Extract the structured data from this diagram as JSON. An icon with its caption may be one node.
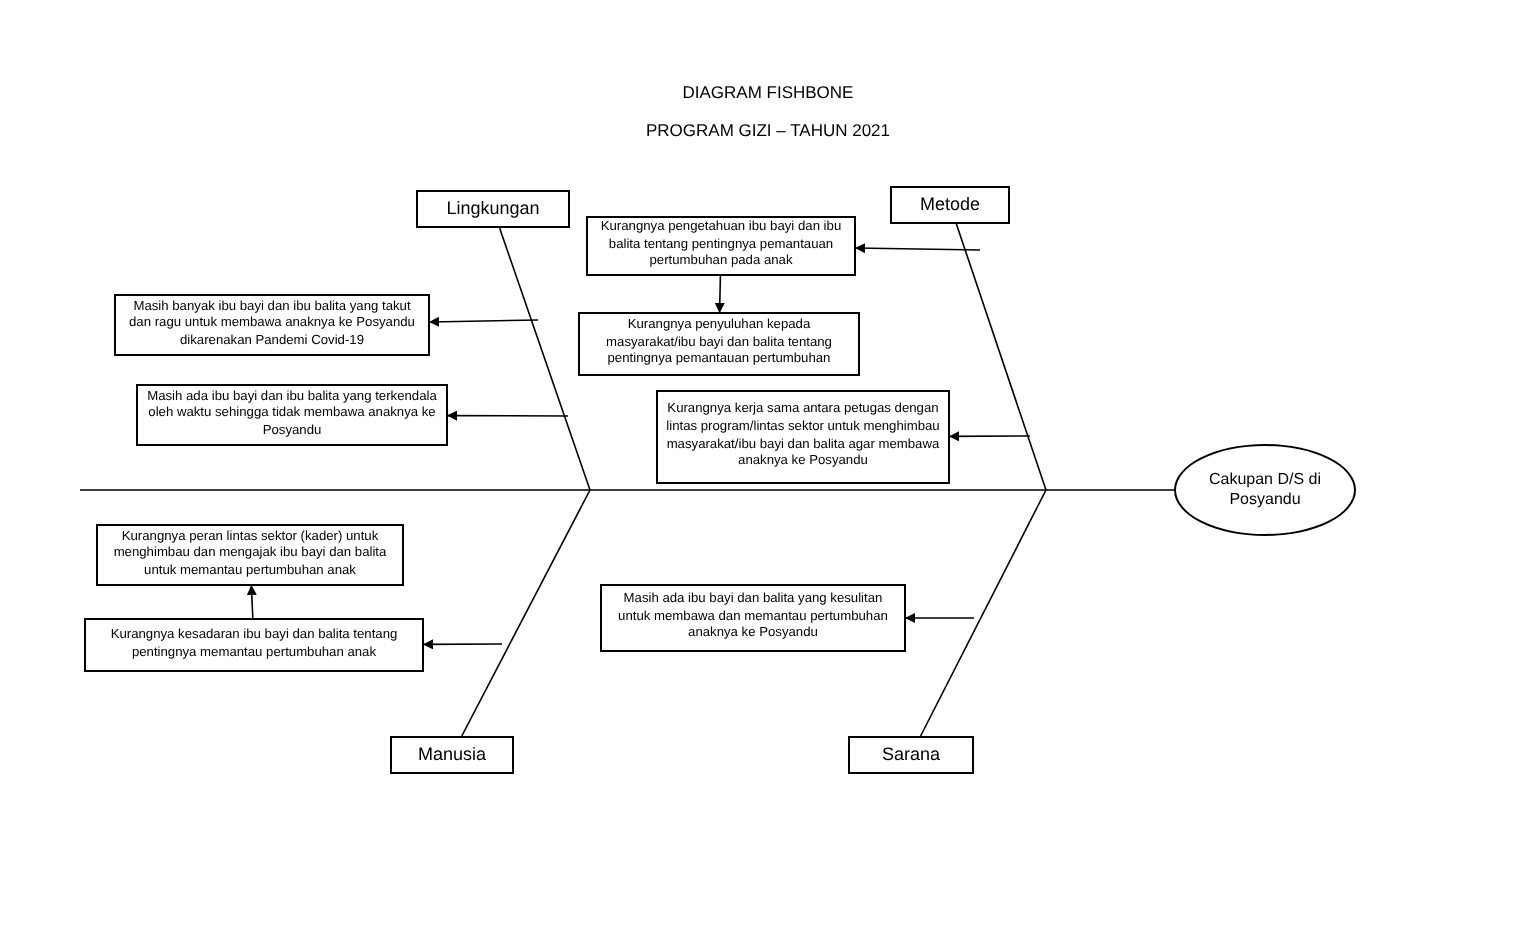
{
  "diagram": {
    "title": "DIAGRAM FISHBONE",
    "nodes": [
      {
        "text": [
          "Lingkungan"
        ]
      },
      {
        "text": [
          "Metode"
        ]
      },
      {
        "text": [
          "Kurangnya pengetahuan ibu bayi dan ibu balita tentang pentingnya pemantauan pertumbuhan pada anak"
        ]
      },
      {
        "text": [
          "Masih banyak ibu bayi dan ibu balita  yang takut dan ragu untuk membawa anaknya  ke Posyandu dikarenakan Pandemi Covid-19"
        ]
      },
      {
        "text": [
          "Kurangnya penyuluhan kepada masyarakat/ibu bayi dan balita tentang pentingnya pemantauan pertumbuhan"
        ]
      },
      {
        "text": [
          "Masih ada ibu bayi dan ibu balita yang terkendala oleh waktu sehingga tidak membawa anaknya ke Posyandu"
        ]
      },
      {
        "text": [
          "Kurangnya kerja sama antara petugas dengan lintas program/lintas sektor untuk menghimbau masyarakat/ibu bayi dan balita agar membawa anaknya ke Posyandu"
        ]
      },
      {
        "text": [
          "Cakupan D/S di Posyandu"
        ]
      },
      {
        "text": [
          "Kurangnya peran lintas sektor (kader) untuk menghimbau dan mengajak ibu bayi dan balita untuk memantau pertumbuhan anak"
        ]
      },
      {
        "text": [
          "Kurangnya kesadaran ibu bayi dan balita tentang pentingnya memantau pertumbuhan anak"
        ]
      },
      {
        "text": [
          "Masih ada ibu bayi dan balita yang kesulitan untuk membawa dan memantau pertumbuhan anaknya ke Posyandu"
        ]
      },
      {
        "text": [
          "Manusia"
        ]
      },
      {
        "text": [
          "Sarana"
        ]
      }
    ],
    "edges": [
      {
        "from": 0,
        "to": null,
        "arrow": "none"
      },
      {
        "from": 1,
        "to": null,
        "arrow": "none"
      },
      {
        "from": 11,
        "to": null,
        "arrow": "none"
      },
      {
        "from": 12,
        "to": null,
        "arrow": "none"
      },
      {
        "from": null,
        "to": 7,
        "arrow": "none"
      },
      {
        "from": null,
        "to": 2,
        "arrow": "to"
      },
      {
        "from": 2,
        "to": 4,
        "arrow": "to"
      },
      {
        "from": null,
        "to": 3,
        "arrow": "to"
      },
      {
        "from": null,
        "to": 5,
        "arrow": "to"
      },
      {
        "from": null,
        "to": 6,
        "arrow": "to"
      },
      {
        "from": null,
        "to": 9,
        "arrow": "to"
      },
      {
        "from": 9,
        "to": 8,
        "arrow": "to"
      },
      {
        "from": null,
        "to": 10,
        "arrow": "to"
      }
    ],
    "labels": [
      "PROGRAM GIZI – TAHUN 2021"
    ]
  }
}
